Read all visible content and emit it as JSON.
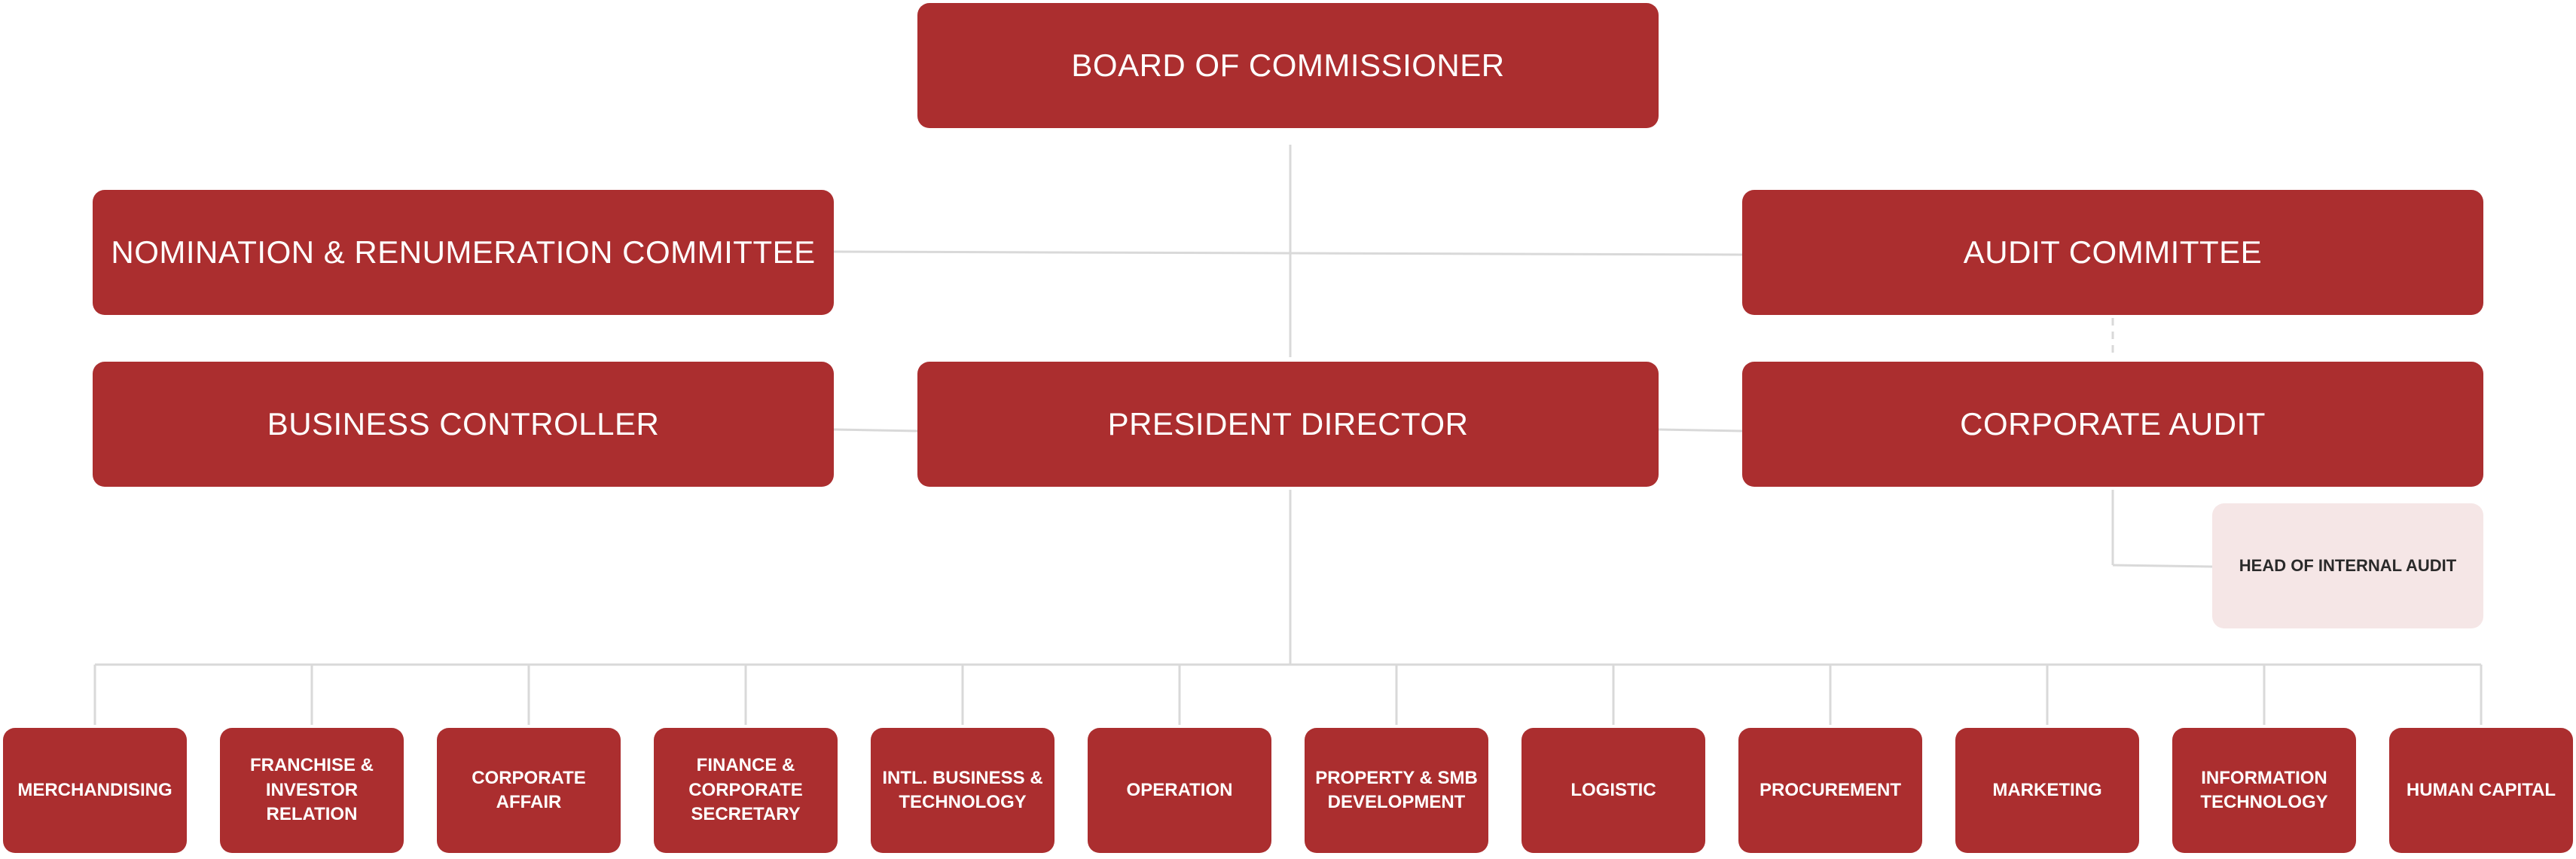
{
  "org_chart": {
    "colors": {
      "box_fill": "#ab2e2f",
      "box_text": "#ffffff",
      "sub_box_fill": "#f5e6e6",
      "line": "#d9d9d9"
    },
    "board": "BOARD OF COMMISSIONER",
    "nomination_committee": "NOMINATION & RENUMERATION COMMITTEE",
    "audit_committee": "AUDIT COMMITTEE",
    "business_controller": "BUSINESS CONTROLLER",
    "president_director": "PRESIDENT DIRECTOR",
    "corporate_audit": "CORPORATE AUDIT",
    "head_internal_audit": "HEAD OF INTERNAL AUDIT",
    "departments": [
      "MERCHANDISING",
      "FRANCHISE & INVESTOR RELATION",
      "CORPORATE AFFAIR",
      "FINANCE & CORPORATE SECRETARY",
      "INTL. BUSINESS & TECHNOLOGY",
      "OPERATION",
      "PROPERTY & SMB DEVELOPMENT",
      "LOGISTIC",
      "PROCUREMENT",
      "MARKETING",
      "INFORMATION TECHNOLOGY",
      "HUMAN CAPITAL"
    ]
  }
}
